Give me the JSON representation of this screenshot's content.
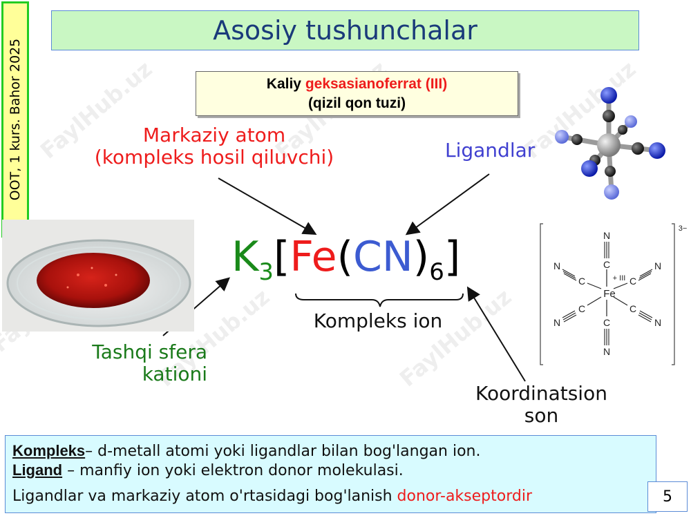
{
  "side_label": "OOT, 1 kurs. Bahor 2025",
  "title": "Asosiy tushunchalar",
  "compound": {
    "prefix": "Kaliy ",
    "name_red": "geksasianoferrat (III)",
    "common_name": "(qizil qon tuzi)"
  },
  "labels": {
    "central_atom_line1": "Markaziy atom",
    "central_atom_line2": "(kompleks hosil qiluvchi)",
    "ligands": "Ligandlar",
    "outer_sphere_line1": "Tashqi sfera",
    "outer_sphere_line2": "kationi",
    "coordination_line1": "Koordinatsion",
    "coordination_line2": "son",
    "complex_ion": "Kompleks ion"
  },
  "formula": {
    "k": "K",
    "k_sub": "3",
    "open_bracket": "[",
    "fe": "Fe",
    "open_paren": "(",
    "cn": "CN",
    "close_paren": ")",
    "cn_sub": "6",
    "close_bracket": "]"
  },
  "structure": {
    "charge": "3−",
    "center": "Fe",
    "oxidation": "+ III",
    "carbon": "C",
    "nitrogen": "N"
  },
  "definitions": {
    "term1": "Kompleks",
    "sep1": "–  ",
    "text1": "d-metall atomi yoki ligandlar bilan bog'langan ion.",
    "term2": "Ligand",
    "sep2": " –  ",
    "text2": "manfiy ion yoki elektron donor molekulasi.",
    "text3": "Ligandlar va markaziy atom o'rtasidagi bog'lanish ",
    "text3_red": "donor-akseptordir"
  },
  "page_number": "5",
  "watermark": "FaylHub.uz",
  "colors": {
    "green": "#1a8a1a",
    "red": "#ee1c1c",
    "blue": "#3c5bd1"
  }
}
